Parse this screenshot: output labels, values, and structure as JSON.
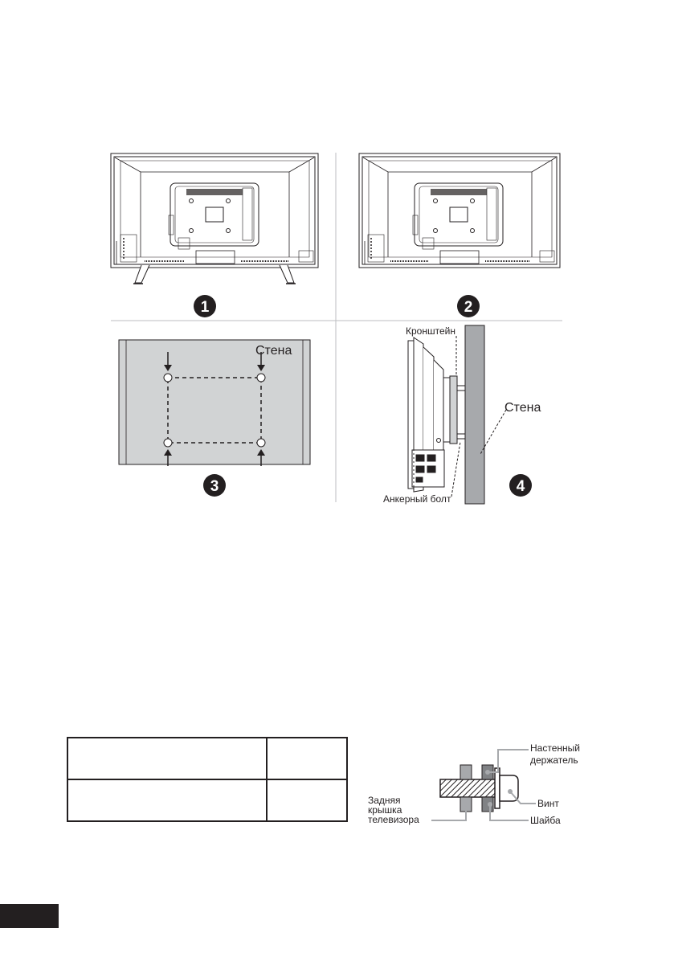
{
  "figure": {
    "step_numbers": [
      "1",
      "2",
      "3",
      "4"
    ],
    "label_wall_panel3": "Стена",
    "label_bracket": "Кронштейн",
    "label_wall_panel4": "Стена",
    "label_anchor_bolt": "Анкерный болт"
  },
  "table": {
    "rows": [
      [
        "",
        ""
      ],
      [
        "",
        ""
      ]
    ]
  },
  "screw_diagram": {
    "label_wall_holder_line1": "Настенный",
    "label_wall_holder_line2": "держатель",
    "label_screw": "Винт",
    "label_back_cover_line1": "Задняя",
    "label_back_cover_line2": "крышка",
    "label_back_cover_line3": "телевизора",
    "label_washer": "Шайба"
  },
  "colors": {
    "ink": "#231f20",
    "panel_gray": "#d1d3d4",
    "diagram_gray": "#a7a9ac",
    "divider": "#bcbec0"
  }
}
